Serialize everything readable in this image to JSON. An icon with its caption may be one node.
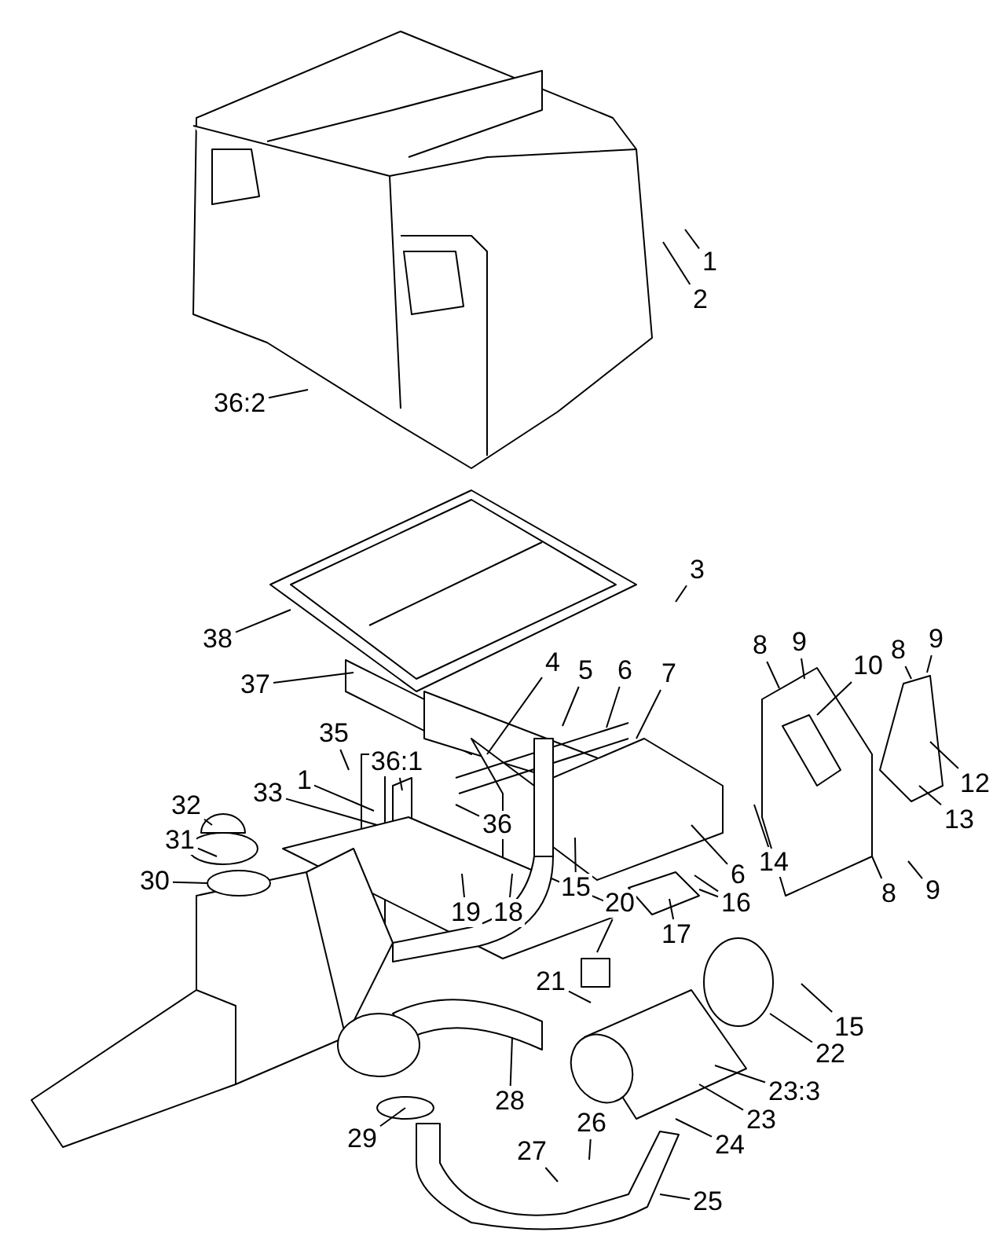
{
  "diagram": {
    "nodes": [
      {
        "text": [
          "1"
        ]
      },
      {
        "text": [
          "2"
        ]
      },
      {
        "text": [
          "36:2"
        ]
      },
      {
        "text": [
          "3"
        ]
      },
      {
        "text": [
          "38"
        ]
      },
      {
        "text": [
          "8"
        ]
      },
      {
        "text": [
          "9"
        ]
      },
      {
        "text": [
          "8"
        ]
      },
      {
        "text": [
          "9"
        ]
      },
      {
        "text": [
          "10"
        ]
      },
      {
        "text": [
          "37"
        ]
      },
      {
        "text": [
          "4"
        ]
      },
      {
        "text": [
          "5"
        ]
      },
      {
        "text": [
          "6"
        ]
      },
      {
        "text": [
          "7"
        ]
      },
      {
        "text": [
          "35"
        ]
      },
      {
        "text": [
          "36:1"
        ]
      },
      {
        "text": [
          "12"
        ]
      },
      {
        "text": [
          "1"
        ]
      },
      {
        "text": [
          "33"
        ]
      },
      {
        "text": [
          "32"
        ]
      },
      {
        "text": [
          "36"
        ]
      },
      {
        "text": [
          "13"
        ]
      },
      {
        "text": [
          "31"
        ]
      },
      {
        "text": [
          "30"
        ]
      },
      {
        "text": [
          "19"
        ]
      },
      {
        "text": [
          "18"
        ]
      },
      {
        "text": [
          "6"
        ]
      },
      {
        "text": [
          "14"
        ]
      },
      {
        "text": [
          "15"
        ]
      },
      {
        "text": [
          "16"
        ]
      },
      {
        "text": [
          "17"
        ]
      },
      {
        "text": [
          "8"
        ]
      },
      {
        "text": [
          "9"
        ]
      },
      {
        "text": [
          "20"
        ]
      },
      {
        "text": [
          "21"
        ]
      },
      {
        "text": [
          "15"
        ]
      },
      {
        "text": [
          "22"
        ]
      },
      {
        "text": [
          "28"
        ]
      },
      {
        "text": [
          "23:3"
        ]
      },
      {
        "text": [
          "23"
        ]
      },
      {
        "text": [
          "29"
        ]
      },
      {
        "text": [
          "26"
        ]
      },
      {
        "text": [
          "24"
        ]
      },
      {
        "text": [
          "27"
        ]
      },
      {
        "text": [
          "25"
        ]
      }
    ],
    "edges": [
      {
        "from": 0,
        "to": null,
        "arrow": "none"
      },
      {
        "from": 1,
        "to": null,
        "arrow": "none"
      },
      {
        "from": 2,
        "to": null,
        "arrow": "none"
      },
      {
        "from": 3,
        "to": null,
        "arrow": "none"
      },
      {
        "from": 4,
        "to": null,
        "arrow": "none"
      },
      {
        "from": 5,
        "to": null,
        "arrow": "none"
      },
      {
        "from": 6,
        "to": null,
        "arrow": "none"
      },
      {
        "from": 7,
        "to": null,
        "arrow": "none"
      },
      {
        "from": 8,
        "to": null,
        "arrow": "none"
      },
      {
        "from": 9,
        "to": null,
        "arrow": "none"
      },
      {
        "from": 10,
        "to": null,
        "arrow": "none"
      },
      {
        "from": 11,
        "to": null,
        "arrow": "none"
      },
      {
        "from": 12,
        "to": null,
        "arrow": "none"
      },
      {
        "from": 13,
        "to": null,
        "arrow": "none"
      },
      {
        "from": 14,
        "to": null,
        "arrow": "none"
      },
      {
        "from": 15,
        "to": null,
        "arrow": "none"
      },
      {
        "from": 16,
        "to": null,
        "arrow": "none"
      },
      {
        "from": 17,
        "to": null,
        "arrow": "none"
      },
      {
        "from": 18,
        "to": null,
        "arrow": "none"
      },
      {
        "from": 19,
        "to": null,
        "arrow": "none"
      },
      {
        "from": 20,
        "to": null,
        "arrow": "none"
      },
      {
        "from": 21,
        "to": null,
        "arrow": "none"
      },
      {
        "from": 22,
        "to": null,
        "arrow": "none"
      },
      {
        "from": 23,
        "to": null,
        "arrow": "none"
      },
      {
        "from": 24,
        "to": null,
        "arrow": "none"
      },
      {
        "from": 25,
        "to": null,
        "arrow": "none"
      },
      {
        "from": 26,
        "to": null,
        "arrow": "none"
      },
      {
        "from": 27,
        "to": null,
        "arrow": "none"
      },
      {
        "from": 28,
        "to": null,
        "arrow": "none"
      },
      {
        "from": 29,
        "to": null,
        "arrow": "none"
      },
      {
        "from": 30,
        "to": null,
        "arrow": "none"
      },
      {
        "from": 30,
        "to": null,
        "arrow": "none"
      },
      {
        "from": 31,
        "to": null,
        "arrow": "none"
      },
      {
        "from": 32,
        "to": null,
        "arrow": "none"
      },
      {
        "from": 33,
        "to": null,
        "arrow": "none"
      },
      {
        "from": 34,
        "to": null,
        "arrow": "none"
      },
      {
        "from": 35,
        "to": null,
        "arrow": "none"
      },
      {
        "from": 36,
        "to": null,
        "arrow": "none"
      },
      {
        "from": 37,
        "to": null,
        "arrow": "none"
      },
      {
        "from": 38,
        "to": null,
        "arrow": "none"
      },
      {
        "from": 39,
        "to": null,
        "arrow": "none"
      },
      {
        "from": 40,
        "to": null,
        "arrow": "none"
      },
      {
        "from": 41,
        "to": null,
        "arrow": "none"
      },
      {
        "from": 42,
        "to": null,
        "arrow": "none"
      },
      {
        "from": 43,
        "to": null,
        "arrow": "none"
      },
      {
        "from": 44,
        "to": null,
        "arrow": "none"
      },
      {
        "from": 45,
        "to": null,
        "arrow": "none"
      }
    ]
  }
}
